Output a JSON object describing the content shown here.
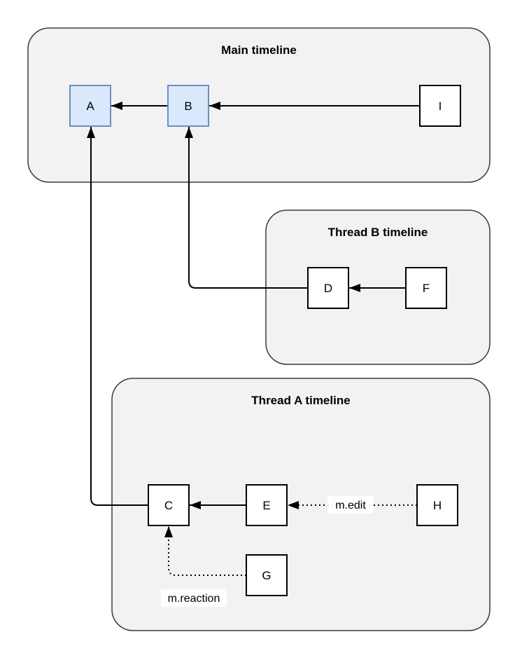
{
  "diagram": {
    "type": "event-dag-flowchart",
    "containers": [
      {
        "id": "main",
        "title": "Main timeline"
      },
      {
        "id": "thread_b",
        "title": "Thread B timeline"
      },
      {
        "id": "thread_a",
        "title": "Thread A timeline"
      }
    ],
    "nodes": [
      {
        "id": "A",
        "label": "A",
        "container": "main",
        "highlighted": true
      },
      {
        "id": "B",
        "label": "B",
        "container": "main",
        "highlighted": true
      },
      {
        "id": "I",
        "label": "I",
        "container": "main",
        "highlighted": false
      },
      {
        "id": "D",
        "label": "D",
        "container": "thread_b",
        "highlighted": false
      },
      {
        "id": "F",
        "label": "F",
        "container": "thread_b",
        "highlighted": false
      },
      {
        "id": "C",
        "label": "C",
        "container": "thread_a",
        "highlighted": false
      },
      {
        "id": "E",
        "label": "E",
        "container": "thread_a",
        "highlighted": false
      },
      {
        "id": "H",
        "label": "H",
        "container": "thread_a",
        "highlighted": false
      },
      {
        "id": "G",
        "label": "G",
        "container": "thread_a",
        "highlighted": false
      }
    ],
    "edges": [
      {
        "from": "B",
        "to": "A",
        "style": "solid",
        "label": ""
      },
      {
        "from": "I",
        "to": "B",
        "style": "solid",
        "label": ""
      },
      {
        "from": "F",
        "to": "D",
        "style": "solid",
        "label": ""
      },
      {
        "from": "D",
        "to": "B",
        "style": "solid",
        "label": ""
      },
      {
        "from": "E",
        "to": "C",
        "style": "solid",
        "label": ""
      },
      {
        "from": "C",
        "to": "A",
        "style": "solid",
        "label": ""
      },
      {
        "from": "H",
        "to": "E",
        "style": "dotted",
        "label": "m.edit"
      },
      {
        "from": "G",
        "to": "C",
        "style": "dotted",
        "label": "m.reaction"
      }
    ],
    "colors": {
      "container_fill": "#f2f2f2",
      "container_stroke": "#3b3b3b",
      "node_fill": "#ffffff",
      "node_stroke": "#000000",
      "highlight_fill": "#dae8fc",
      "highlight_stroke": "#6c8ebf",
      "edge": "#000000",
      "background": "#ffffff"
    }
  }
}
